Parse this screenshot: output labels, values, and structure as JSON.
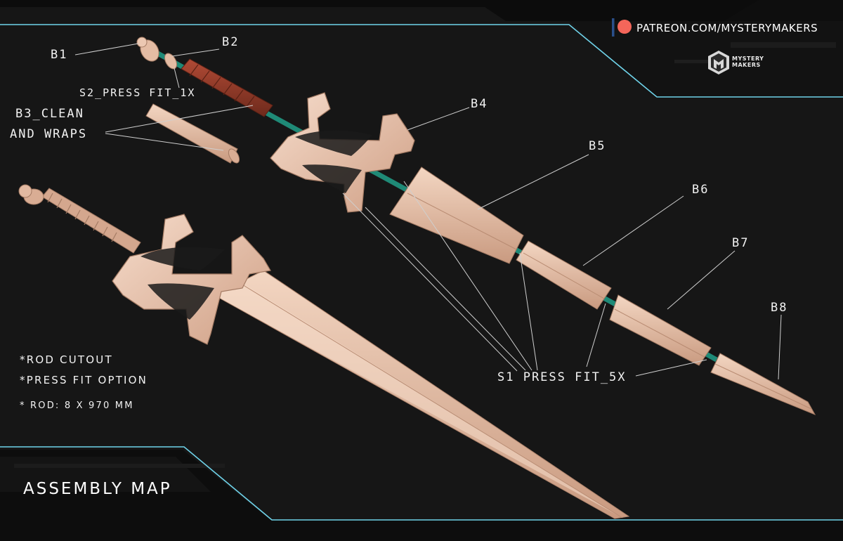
{
  "title": "ASSEMBLY MAP",
  "patreon_link": "PATREON.COM/MYSTERYMAKERS",
  "brand": {
    "line1": "MYSTERY",
    "line2": "MAKERS"
  },
  "parts": {
    "b1": "B1",
    "b2": "B2",
    "s2": "S2_PRESS FIT_1X",
    "b3_line1": "B3_CLEAN",
    "b3_line2": "AND WRAPS",
    "b4": "B4",
    "b5": "B5",
    "b6": "B6",
    "b7": "B7",
    "b8": "B8",
    "s1": "S1 PRESS FIT_5X"
  },
  "notes": {
    "rod_cutout": "*ROD CUTOUT",
    "press_fit": "*PRESS FIT OPTION",
    "rod_size": "* ROD: 8 X 970 MM"
  },
  "colors": {
    "background": "#161616",
    "accent_line": "#6fd3ea",
    "blade": "#e8c0a8",
    "grip_wrap": "#8e3a28",
    "rod": "#1f8a77",
    "patreon_dot": "#f4665a"
  }
}
